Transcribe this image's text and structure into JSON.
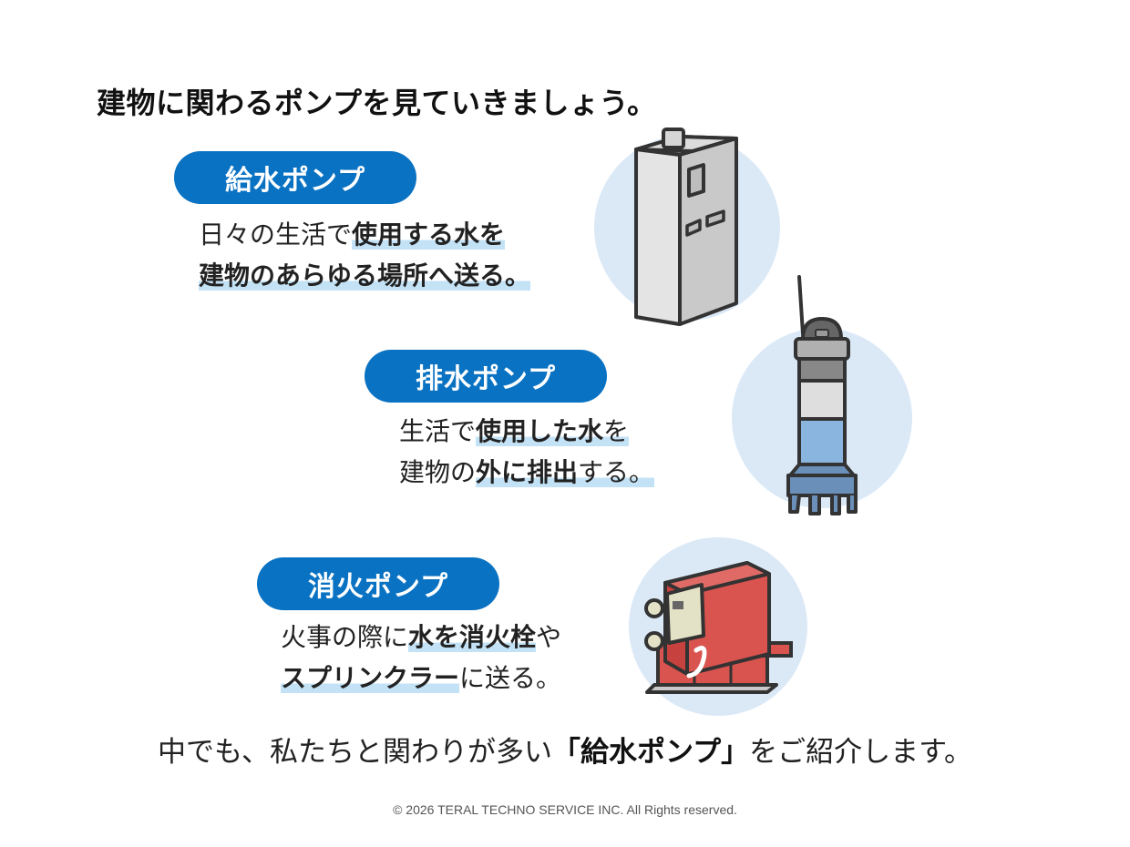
{
  "heading": "建物に関わるポンプを見ていきましょう。",
  "pumps": [
    {
      "title": "給水ポンプ",
      "line1_plain": "日々の生活で",
      "line1_bold": "使用する水を",
      "line2_bold": "建物のあらゆる場所へ送る。"
    },
    {
      "title": "排水ポンプ",
      "line1_plain": "生活で",
      "line1_bold": "使用した水",
      "line1_tail": "を",
      "line2_plain": "建物の",
      "line2_bold": "外に排出",
      "line2_tail": "する。"
    },
    {
      "title": "消火ポンプ",
      "line1_plain": "火事の際に",
      "line1_bold": "水を消火栓",
      "line1_tail": "や",
      "line2_bold": "スプリンクラー",
      "line2_tail": "に送る。"
    }
  ],
  "bottom": {
    "before": "中でも、私たちと関わりが多い",
    "highlight": "「給水ポンプ」",
    "after": "をご紹介します。"
  },
  "copyright": "© 2026 TERAL TECHNO SERVICE INC. All Rights reserved.",
  "colors": {
    "accent": "#0a72c2",
    "highlight": "#c3e2f5",
    "circle": "#dbe9f7",
    "fire_red": "#d9534f"
  },
  "icons": [
    "water-supply-pump-icon",
    "drainage-pump-icon",
    "fire-pump-icon"
  ]
}
